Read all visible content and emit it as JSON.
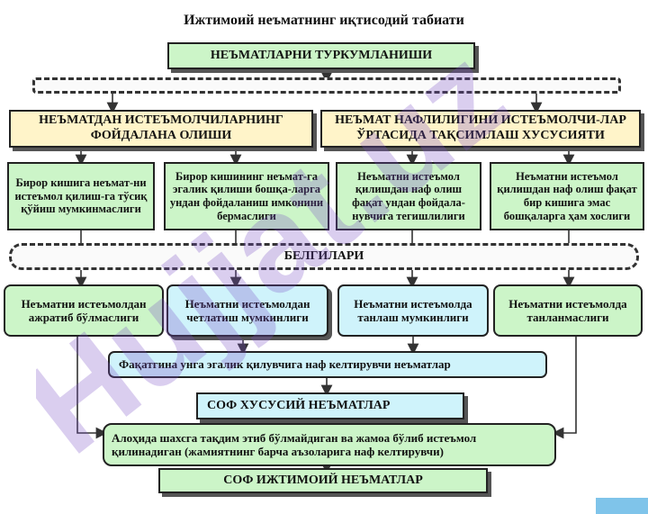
{
  "title": "Ижтимоий неъматнинг иқтисодий табиати",
  "top_box": "НЕЪМАТЛАРНИ ТУРКУМЛАНИШИ",
  "left_header": "НЕЪМАТДАН ИСТЕЪМОЛЧИЛАРНИНГ ФОЙДАЛАНА ОЛИШИ",
  "right_header": "НЕЪМАТ НАФЛИЛИГИНИ ИСТЕЪМОЛЧИ-ЛАР ЎРТАСИДА ТАҚСИМЛАШ ХУСУСИЯТИ",
  "criteria": [
    "Бирор кишига неъмат-ни истеъмол қилиш-га тўсиқ қўйиш мумкинмаслиги",
    "Бирор кишининг неъмат-га эгалик қилиши бошқа-ларга ундан фойдаланиш имконини бермаслиги",
    "Неъматни истеъмол қилишдан наф олиш фақат ундан фойдала-нувчига тегишлилиги",
    "Неъматни истеъмол қилишдан наф олиш фақат бир кишига эмас бошқаларга ҳам хослиги"
  ],
  "signs_label": "БЕЛГИЛАРИ",
  "signs": [
    "Неъматни истеъмолдан ажратиб бўлмаслиги",
    "Неъматни истеъмолдан четлатиш мумкинлиги",
    "Неъматни истеъмолда танлаш мумкинлиги",
    "Неъматни истеъмолда танланмаслиги"
  ],
  "private_desc": "Фақатгина унга эгалик қилувчига наф келтирувчи неъматлар",
  "private_box": "СОФ ХУСУСИЙ НЕЪМАТЛАР",
  "public_desc": "Алоҳида шахсга тақдим этиб бўлмайдиган ва жамоа бўлиб истеъмол қилинадиган (жамиятнинг барча аъзоларига наф келтирувчи)",
  "public_box": "СОФ ИЖТИМОИЙ НЕЪМАТЛАР",
  "watermark_text": "Hujjat.uz",
  "colors": {
    "green_fill": "#ccf5c8",
    "yellow_fill": "#fff4c9",
    "cyan_fill": "#cff3fb",
    "watermark": "#7b4fc4",
    "corner_accent": "#7fc4ea"
  }
}
